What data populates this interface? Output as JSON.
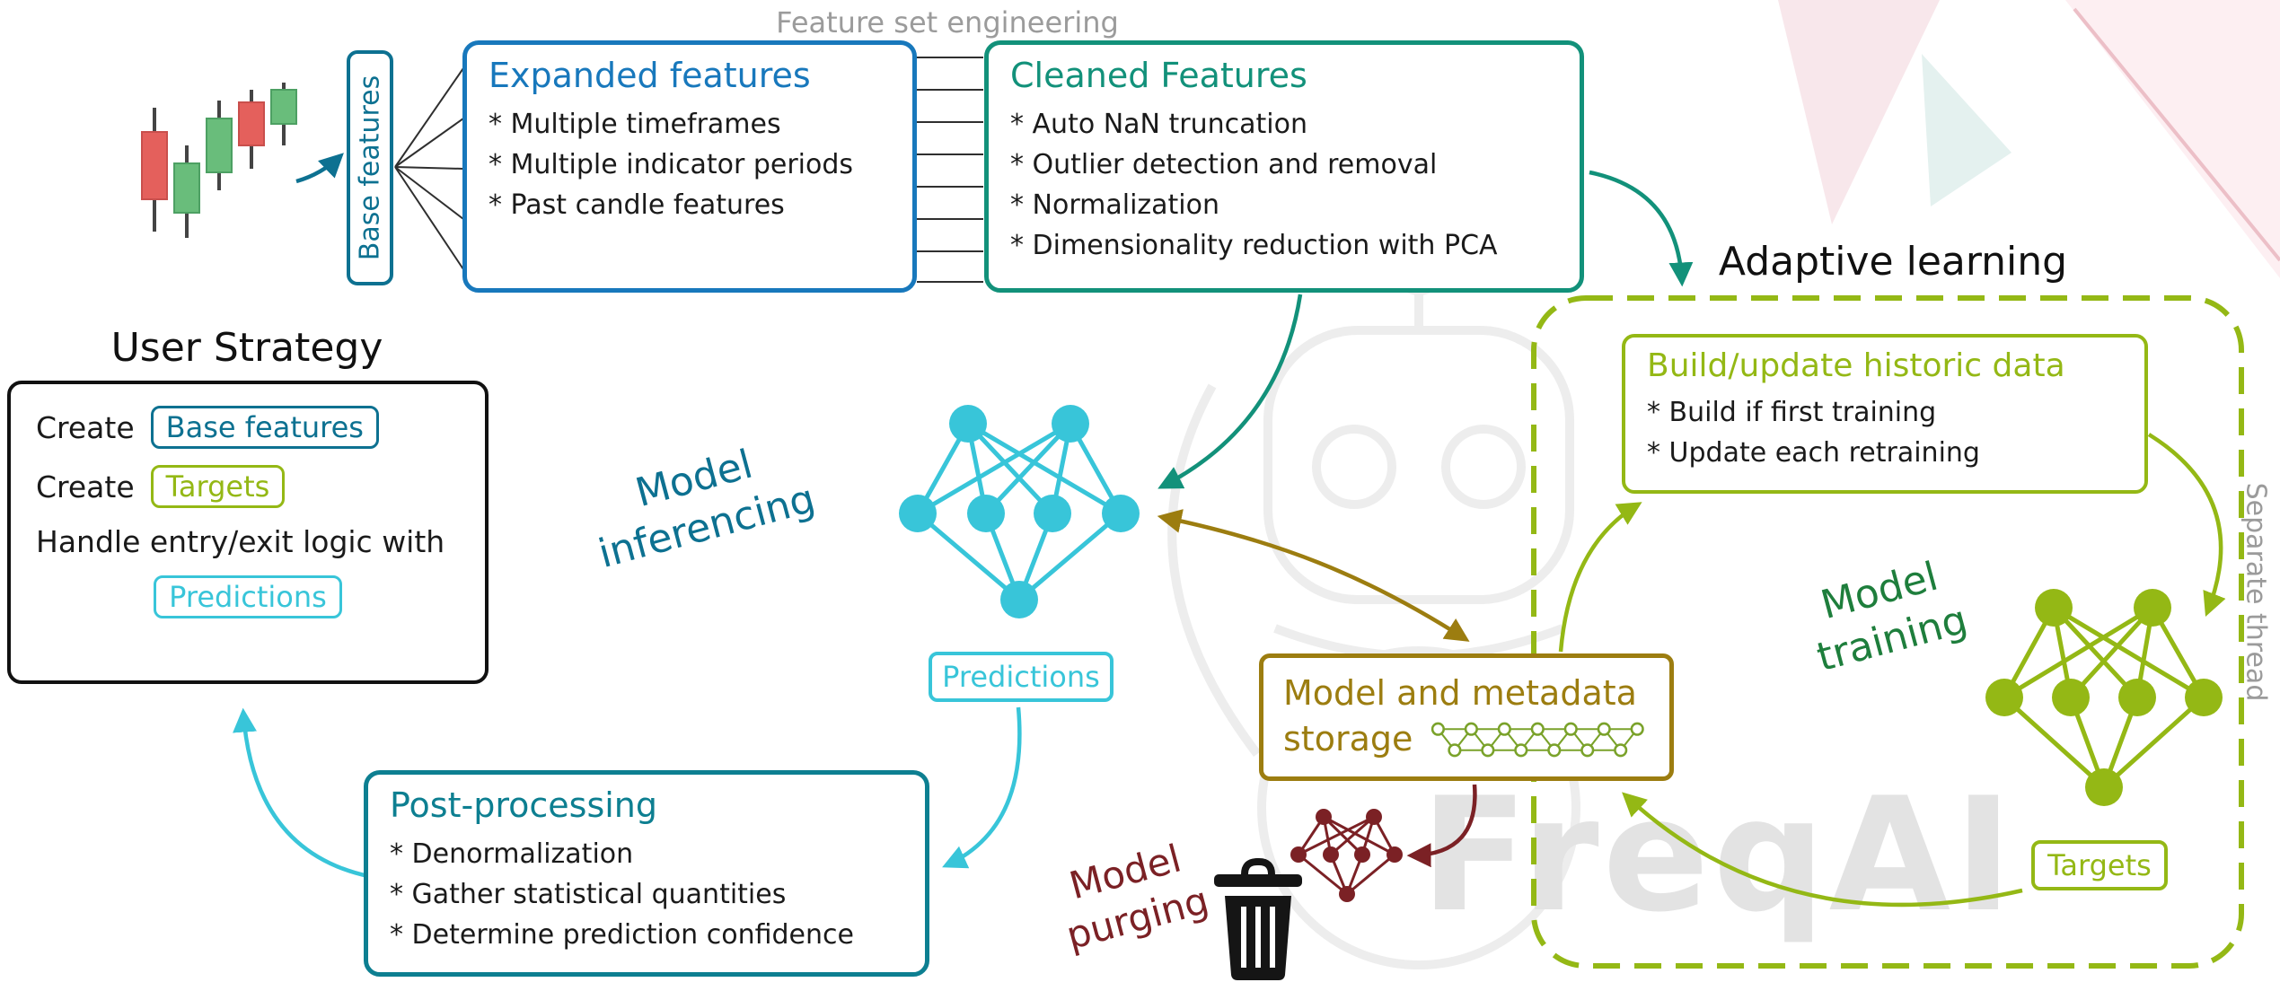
{
  "labels": {
    "feature_set_engineering": "Feature set engineering",
    "adaptive_learning": "Adaptive learning",
    "user_strategy_title": "User Strategy",
    "model_inferencing": "Model\ninferencing",
    "model_training": "Model\ntraining",
    "model_purging": "Model\npurging",
    "separate_thread": "Separate thread",
    "watermark": "FreqAI"
  },
  "boxes": {
    "base_features": {
      "label": "Base features"
    },
    "expanded_features": {
      "title": "Expanded features",
      "items": [
        "* Multiple timeframes",
        "* Multiple indicator periods",
        "* Past candle features"
      ]
    },
    "cleaned_features": {
      "title": "Cleaned Features",
      "items": [
        "* Auto NaN truncation",
        "* Outlier detection and removal",
        "* Normalization",
        "* Dimensionality reduction with PCA"
      ]
    },
    "build_update": {
      "title": "Build/update historic data",
      "items": [
        "* Build if first training",
        "* Update each retraining"
      ]
    },
    "user_strategy": {
      "create_1": "Create",
      "chip_base_features": "Base features",
      "create_2": "Create",
      "chip_targets": "Targets",
      "handle_text": "Handle entry/exit logic with",
      "chip_predictions": "Predictions"
    },
    "predictions": {
      "label": "Predictions"
    },
    "storage": {
      "line1": "Model and metadata",
      "line2": "storage"
    },
    "targets": {
      "label": "Targets"
    },
    "post_processing": {
      "title": "Post-processing",
      "items": [
        "* Denormalization",
        "* Gather statistical quantities",
        "* Determine prediction confidence"
      ]
    }
  },
  "colors": {
    "blue": "#1878bc",
    "green": "#12917a",
    "dark_teal": "#0d7191",
    "cyan": "#38c5d9",
    "olive": "#94b815",
    "gold": "#9c7d10",
    "dark_red": "#7b2125",
    "training_green": "#1e7e3c",
    "gray": "#9b9b9b",
    "candle_red": "#e4605c",
    "candle_green": "#69bd7b"
  }
}
